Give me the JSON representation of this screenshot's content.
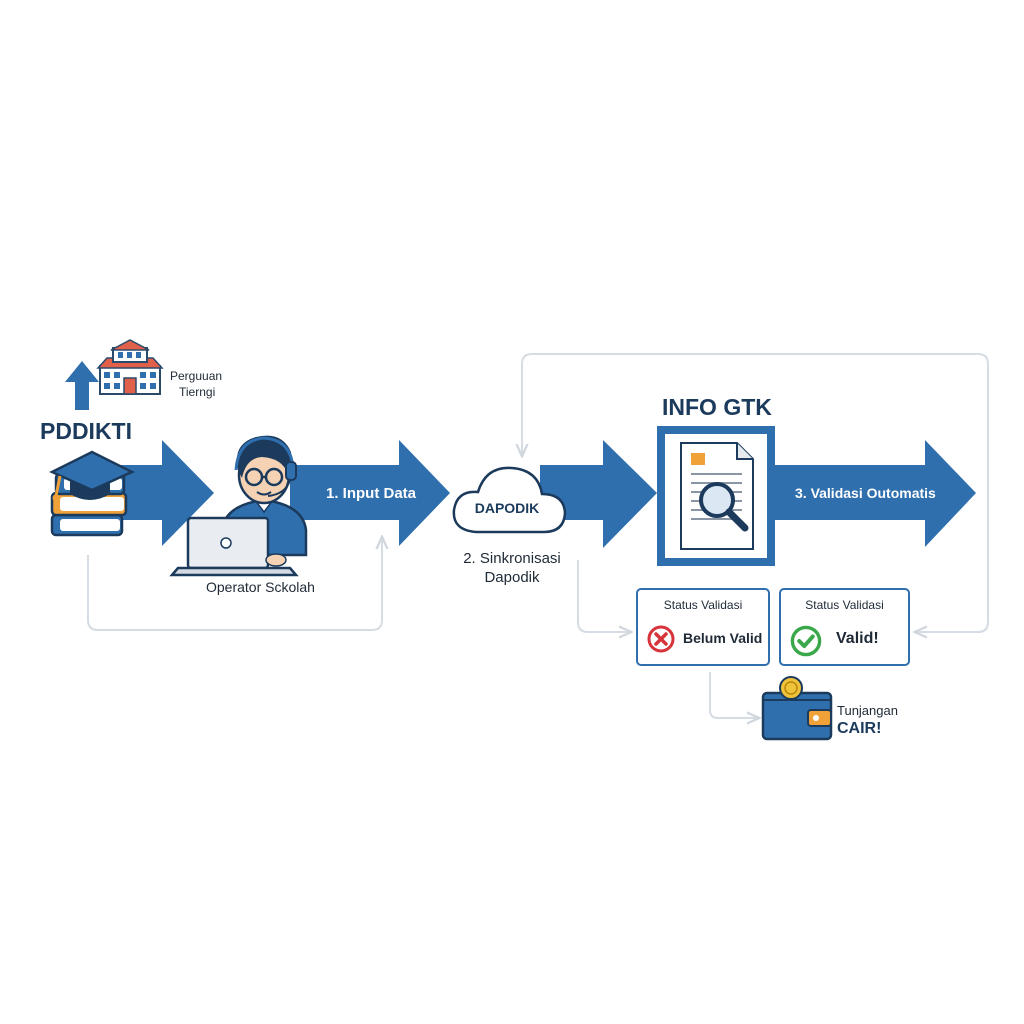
{
  "diagram": {
    "source": {
      "title": "PDDIKTI",
      "institution_label_line1": "Perguuan",
      "institution_label_line2": "Tierngi"
    },
    "steps": [
      {
        "label": "1. Input Data"
      },
      {
        "label": "2. Sinkronisasi Dapodik"
      },
      {
        "label": "3. Validasi Outomatis"
      }
    ],
    "actor": {
      "label": "Operator Sckolah"
    },
    "cloud": {
      "label": "DAPODIK"
    },
    "sync_caption": {
      "line1": "2. Sinkronisasi",
      "line2": "Dapodik"
    },
    "info_gtk": {
      "title": "INFO GTK"
    },
    "status_cards": [
      {
        "title": "Status Validasi",
        "value": "Belum Valid",
        "state": "invalid"
      },
      {
        "title": "Status Validasi",
        "value": "Valid!",
        "state": "valid"
      }
    ],
    "payout": {
      "line1": "Tunjangan",
      "line2": "CAIR!"
    },
    "colors": {
      "arrow_blue": "#2f6fae",
      "dark_navy": "#1b3a5c",
      "invalid_red": "#d7333a",
      "valid_green": "#3aa84a",
      "accent_orange": "#f0a137",
      "connector_gray": "#cfd6dd"
    },
    "icons": [
      "graduation-cap-icon",
      "books-icon",
      "building-icon",
      "up-arrow-icon",
      "operator-icon",
      "laptop-icon",
      "cloud-icon",
      "document-magnifier-icon",
      "x-circle-icon",
      "check-circle-icon",
      "wallet-icon",
      "coin-icon"
    ]
  }
}
